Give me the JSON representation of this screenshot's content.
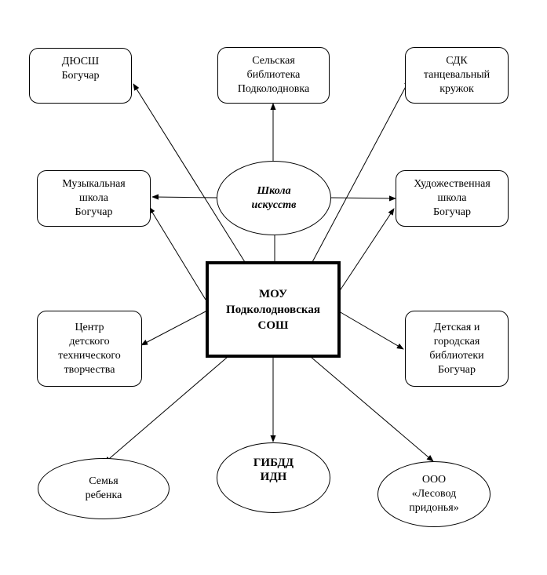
{
  "center": "МОУ\nПодколодновская\nСОШ",
  "nodes": {
    "dyussh": "ДЮСШ\nБогучар",
    "library_village": "Сельская\nбиблиотека\nПодколодновка",
    "sdk": "СДК\nтанцевальный\nкружок",
    "art_school": "Школа\nискусств",
    "music_school": "Музыкальная\nшкола\nБогучар",
    "fine_art_school": "Художественная\nшкола\nБогучар",
    "tech_center": "Центр\nдетского\nтехнического\nтворчества",
    "children_library": "Детская и\nгородская\nбиблиотеки\nБогучар",
    "family": "Семья\nребенка",
    "gibdd": "ГИБДД\nИДН",
    "ooo": "ООО\n«Лесовод\nпридонья»"
  }
}
